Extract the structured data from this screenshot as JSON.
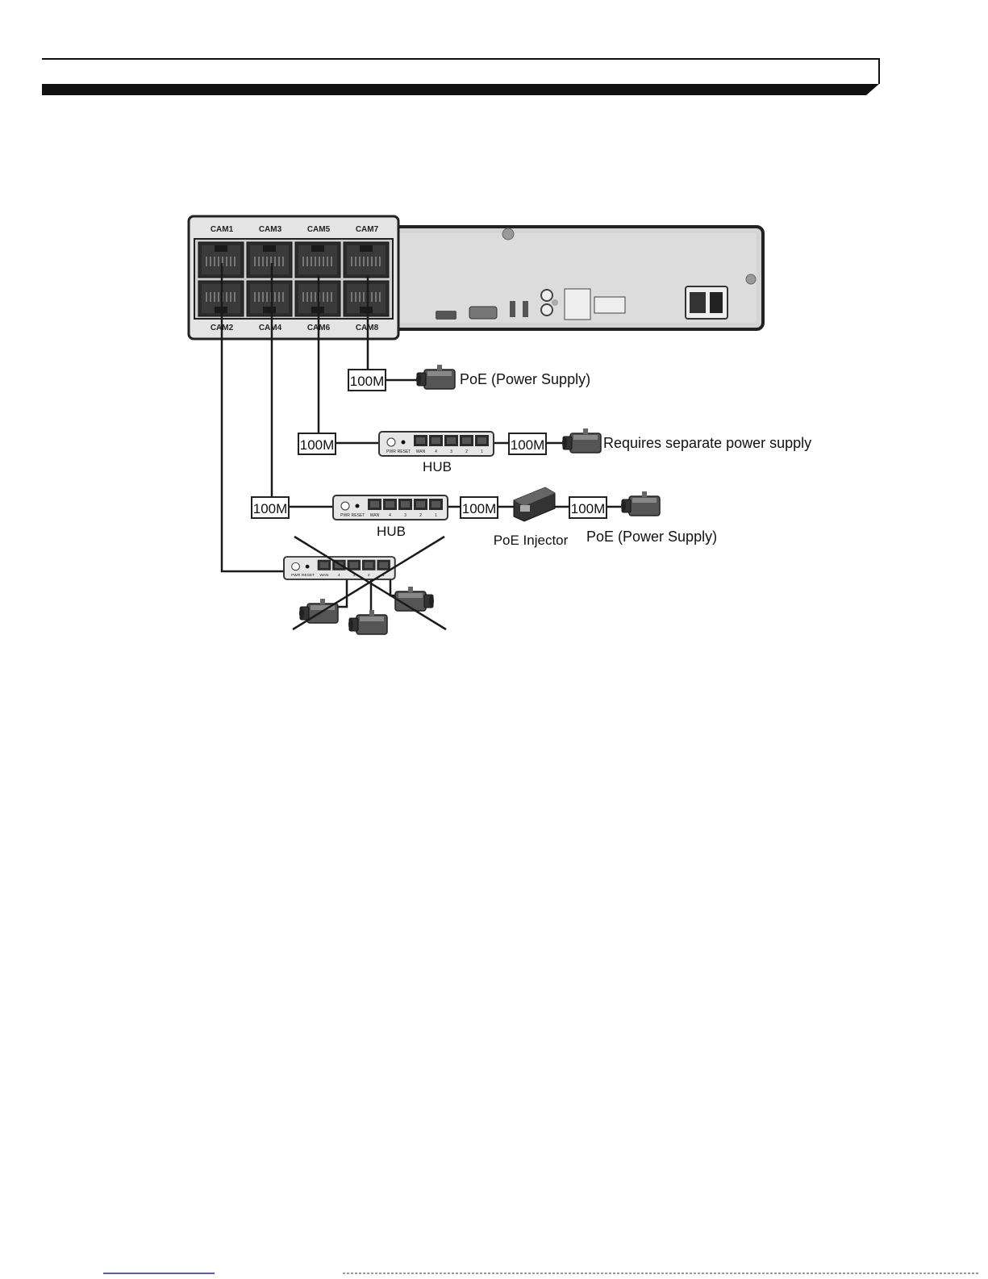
{
  "ports_top": [
    "CAM1",
    "CAM3",
    "CAM5",
    "CAM7"
  ],
  "ports_bottom": [
    "CAM2",
    "CAM4",
    "CAM6",
    "CAM8"
  ],
  "speed_label": "100M",
  "hub_label": "HUB",
  "hub_small_labels": {
    "pwr": "PWR",
    "reset": "RESET",
    "wan": "WAN",
    "ports": [
      "4",
      "3",
      "2",
      "1"
    ]
  },
  "cam7_caption": "PoE (Power Supply)",
  "cam5_caption": "Requires separate power supply",
  "cam3_injector_label": "PoE Injector",
  "cam3_caption": "PoE (Power Supply)",
  "colors": {
    "ink": "#1a1a1a",
    "panel": "#d9d9d9",
    "nvr_body": "#d4d4d4",
    "port": "#2b2b2b"
  }
}
